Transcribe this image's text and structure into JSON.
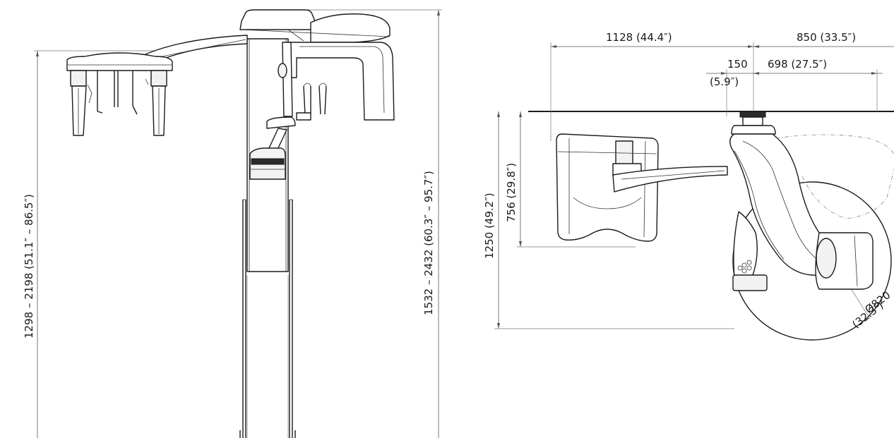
{
  "front_view": {
    "dim_ceph_height": "1298 – 2198 (51.1″ – 86.5″)",
    "dim_total_height": "1532 – 2432 (60.3″ – 95.7″)"
  },
  "top_view": {
    "dim_ceph_arm": "1128 (44.4″)",
    "dim_head_width": "850 (33.5″)",
    "dim_offset_mm": "150",
    "dim_offset_in": "(5.9″)",
    "dim_head_reach": "698 (27.5″)",
    "dim_ceph_depth": "756 (29.8″)",
    "dim_total_depth": "1250 (49.2″)",
    "dim_rotation_dia": "Ø820",
    "dim_rotation_dia_in": "(32.3″)"
  }
}
